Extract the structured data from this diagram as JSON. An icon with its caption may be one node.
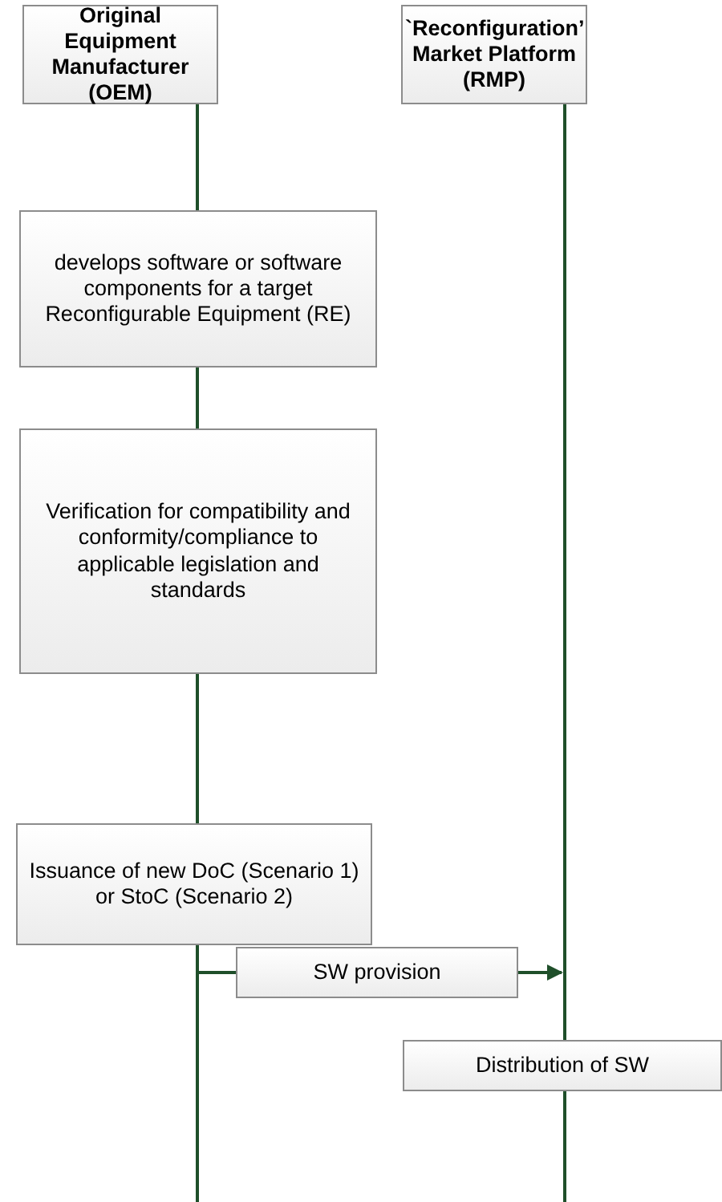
{
  "diagram": {
    "nodes": [
      {
        "text": [
          "Original Equipment Manufacturer (OEM)"
        ]
      },
      {
        "text": [
          "`Reconfiguration’ Market Platform (RMP)"
        ]
      },
      {
        "text": [
          "develops software or software components for a target Reconfigurable Equipment (RE)"
        ]
      },
      {
        "text": [
          "Verification for compatibility and conformity/compliance to applicable legislation and standards"
        ]
      },
      {
        "text": [
          "Issuance of new DoC (Scenario 1) or StoC (Scenario 2)"
        ]
      },
      {
        "text": [
          "SW provision"
        ]
      },
      {
        "text": [
          "Distribution of SW"
        ]
      }
    ],
    "edges": [
      {
        "from": 0,
        "to": 2,
        "arrow": "none"
      },
      {
        "from": 2,
        "to": 3,
        "arrow": "none"
      },
      {
        "from": 3,
        "to": 4,
        "arrow": "none"
      },
      {
        "from": 4,
        "to": null,
        "arrow": "none"
      },
      {
        "from": null,
        "to": 5,
        "arrow": "none"
      },
      {
        "from": 5,
        "to": null,
        "arrow": "to"
      },
      {
        "from": 1,
        "to": 6,
        "arrow": "none"
      },
      {
        "from": 6,
        "to": null,
        "arrow": "none"
      }
    ]
  }
}
